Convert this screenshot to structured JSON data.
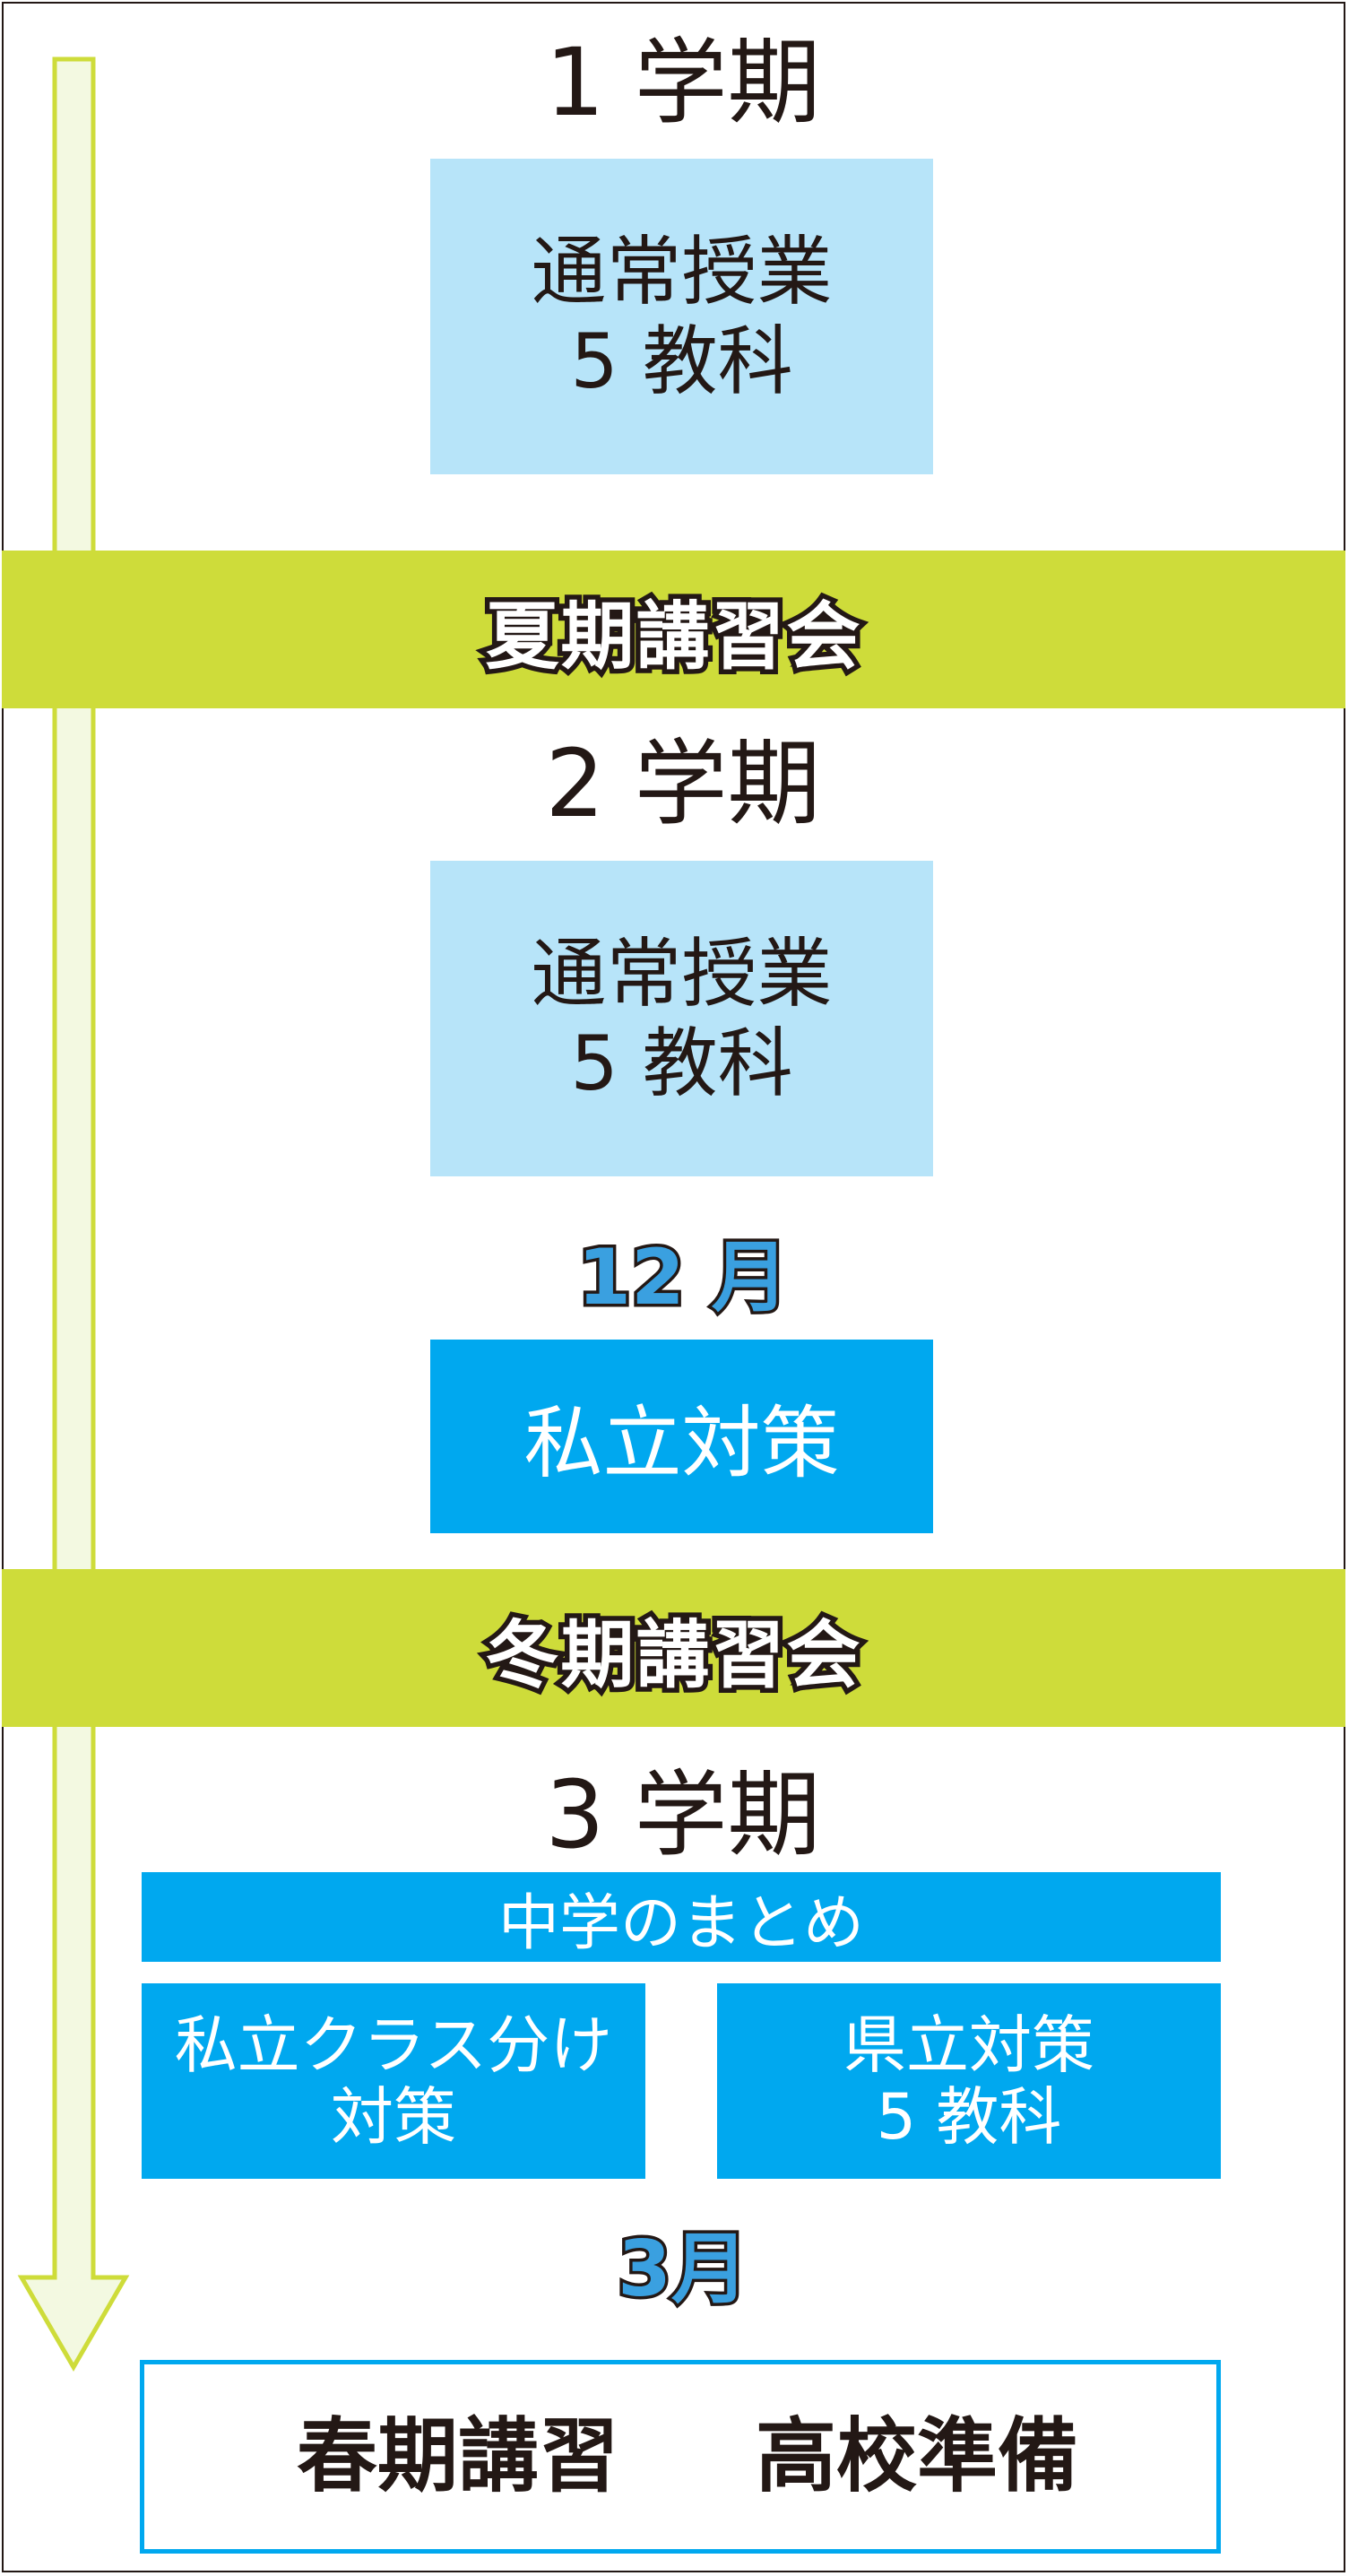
{
  "colors": {
    "light_box": "#b7e4f9",
    "blue_box": "#00a8ef",
    "band": "#cedc3a",
    "arrow_outline": "#cedc3a",
    "arrow_fill": "#f3f9e1",
    "text": "#231815"
  },
  "term1": {
    "heading": "1 学期",
    "box_line1": "通常授業",
    "box_line2": "5 教科"
  },
  "summer_band": {
    "label": "夏期講習会"
  },
  "term2": {
    "heading": "2 学期",
    "box_line1": "通常授業",
    "box_line2": "5 教科"
  },
  "december": {
    "month": "12 月",
    "box_label": "私立対策"
  },
  "winter_band": {
    "label": "冬期講習会"
  },
  "term3": {
    "heading": "3 学期",
    "wide_box": "中学のまとめ",
    "left_box_line1": "私立クラス分け",
    "left_box_line2": "対策",
    "right_box_line1": "県立対策",
    "right_box_line2": "5 教科"
  },
  "march": {
    "month": "3月",
    "left_label": "春期講習",
    "right_label": "高校準備"
  }
}
